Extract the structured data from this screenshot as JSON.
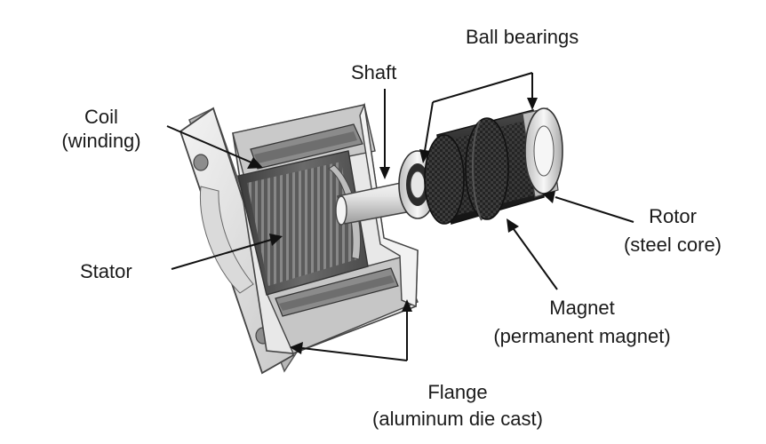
{
  "labels": {
    "ball_bearings": "Ball bearings",
    "shaft": "Shaft",
    "coil_line1": "Coil",
    "coil_line2": "(winding)",
    "stator": "Stator",
    "rotor_line1": "Rotor",
    "rotor_line2": "(steel core)",
    "magnet_line1": "Magnet",
    "magnet_line2": "(permanent magnet)",
    "flange_line1": "Flange",
    "flange_line2": "(aluminum die cast)"
  },
  "colors": {
    "line": "#111111",
    "flange_light": "#f1f1f1",
    "flange_mid": "#d3d3d3",
    "flange_dark": "#9a9a9a",
    "stator_dark": "#4a4a4a",
    "stator_mid": "#6d6d6d",
    "coil": "#8a8a8a",
    "rotor_black": "#262626",
    "bearing_silver": "#e2e2e2"
  }
}
